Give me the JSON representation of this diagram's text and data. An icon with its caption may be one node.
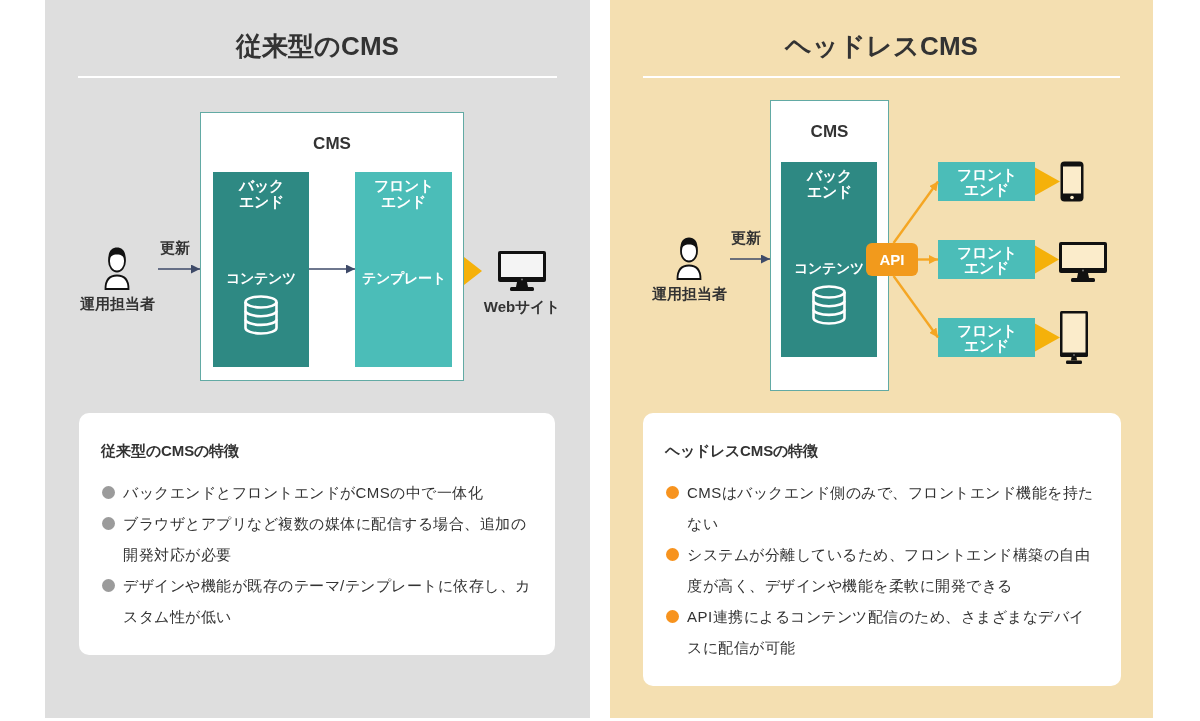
{
  "diagram": {
    "nodes": [
      {
        "text": [
          "従来型のCMS"
        ]
      },
      {
        "text": [
          "運用担当者"
        ],
        "in": 0
      },
      {
        "text": [
          "CMS"
        ],
        "in": 0
      },
      {
        "text": [
          "バックエンド",
          "コンテンツ"
        ],
        "in": 2
      },
      {
        "text": [
          "フロントエンド",
          "テンプレート"
        ],
        "in": 2
      },
      {
        "text": [
          "Webサイト"
        ],
        "in": 0
      },
      {
        "text": [
          "従来型のCMSの特徴",
          "バックエンドとフロントエンドがCMSの中で一体化",
          "ブラウザとアプリなど複数の媒体に配信する場合、追加の開発対応が必要",
          "デザインや機能が既存のテーマ/テンプレートに依存し、カスタム性が低い"
        ],
        "in": 0
      },
      {
        "text": [
          "ヘッドレスCMS"
        ]
      },
      {
        "text": [
          "運用担当者"
        ],
        "in": 7
      },
      {
        "text": [
          "CMS"
        ],
        "in": 7
      },
      {
        "text": [
          "バックエンド",
          "コンテンツ"
        ],
        "in": 9
      },
      {
        "text": [
          "API"
        ],
        "in": 7
      },
      {
        "text": [
          "フロントエンド"
        ],
        "in": 7
      },
      {
        "text": [
          "フロントエンド"
        ],
        "in": 7
      },
      {
        "text": [
          "フロントエンド"
        ],
        "in": 7
      },
      {
        "text": [],
        "shape": "picture",
        "in": 7
      },
      {
        "text": [],
        "shape": "picture",
        "in": 7
      },
      {
        "text": [],
        "shape": "picture",
        "in": 7
      },
      {
        "text": [
          "ヘッドレスCMSの特徴",
          "CMSはバックエンド側のみで、フロントエンド機能を持たない",
          "システムが分離しているため、フロントエンド構築の自由度が高く、デザインや機能を柔軟に開発できる",
          "API連携によるコンテンツ配信のため、さまざまなデバイスに配信が可能"
        ],
        "in": 7
      }
    ],
    "edges": [
      {
        "from": 1,
        "to": 2,
        "arrow": "to",
        "label": "更新"
      },
      {
        "from": 3,
        "to": 4,
        "arrow": "to"
      },
      {
        "from": 2,
        "to": 5,
        "arrow": "to",
        "style": "thick",
        "color": "#f5b10a"
      },
      {
        "from": 8,
        "to": 9,
        "arrow": "to",
        "label": "更新"
      },
      {
        "from": 11,
        "to": 12,
        "arrow": "to",
        "color": "#f5a623"
      },
      {
        "from": 11,
        "to": 13,
        "arrow": "to",
        "color": "#f5a623"
      },
      {
        "from": 11,
        "to": 14,
        "arrow": "to",
        "color": "#f5a623"
      },
      {
        "from": 12,
        "to": 15,
        "arrow": "to",
        "style": "thick",
        "color": "#f5b10a"
      },
      {
        "from": 13,
        "to": 16,
        "arrow": "to",
        "style": "thick",
        "color": "#f5b10a"
      },
      {
        "from": 14,
        "to": 17,
        "arrow": "to",
        "style": "thick",
        "color": "#f5b10a"
      }
    ]
  }
}
